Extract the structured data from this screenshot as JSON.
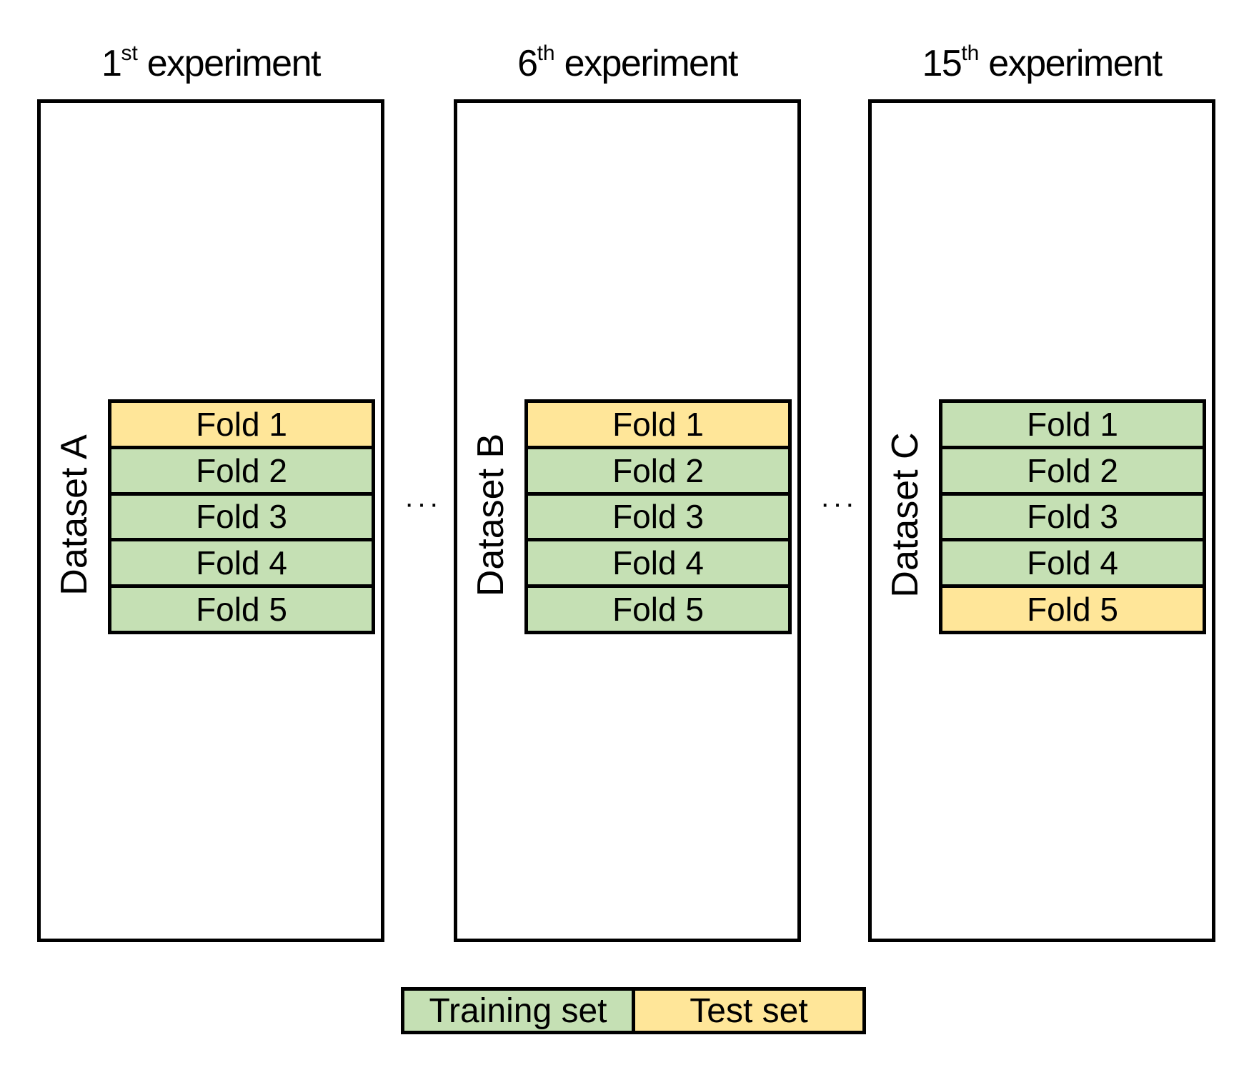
{
  "colors": {
    "training": "#c5e0b4",
    "test": "#ffe699"
  },
  "experiments": [
    {
      "num": "1",
      "suffix": "st",
      "rest": " experiment",
      "dataset": "Dataset A",
      "folds": [
        {
          "label": "Fold 1",
          "role": "test"
        },
        {
          "label": "Fold 2",
          "role": "training"
        },
        {
          "label": "Fold 3",
          "role": "training"
        },
        {
          "label": "Fold 4",
          "role": "training"
        },
        {
          "label": "Fold 5",
          "role": "training"
        }
      ]
    },
    {
      "num": "6",
      "suffix": "th",
      "rest": " experiment",
      "dataset": "Dataset B",
      "folds": [
        {
          "label": "Fold 1",
          "role": "test"
        },
        {
          "label": "Fold 2",
          "role": "training"
        },
        {
          "label": "Fold 3",
          "role": "training"
        },
        {
          "label": "Fold 4",
          "role": "training"
        },
        {
          "label": "Fold 5",
          "role": "training"
        }
      ]
    },
    {
      "num": "15",
      "suffix": "th",
      "rest": " experiment",
      "dataset": "Dataset C",
      "folds": [
        {
          "label": "Fold 1",
          "role": "training"
        },
        {
          "label": "Fold 2",
          "role": "training"
        },
        {
          "label": "Fold 3",
          "role": "training"
        },
        {
          "label": "Fold 4",
          "role": "training"
        },
        {
          "label": "Fold 5",
          "role": "test"
        }
      ]
    }
  ],
  "ellipsis": "···",
  "legend": {
    "training": "Training set",
    "test": "Test set"
  }
}
